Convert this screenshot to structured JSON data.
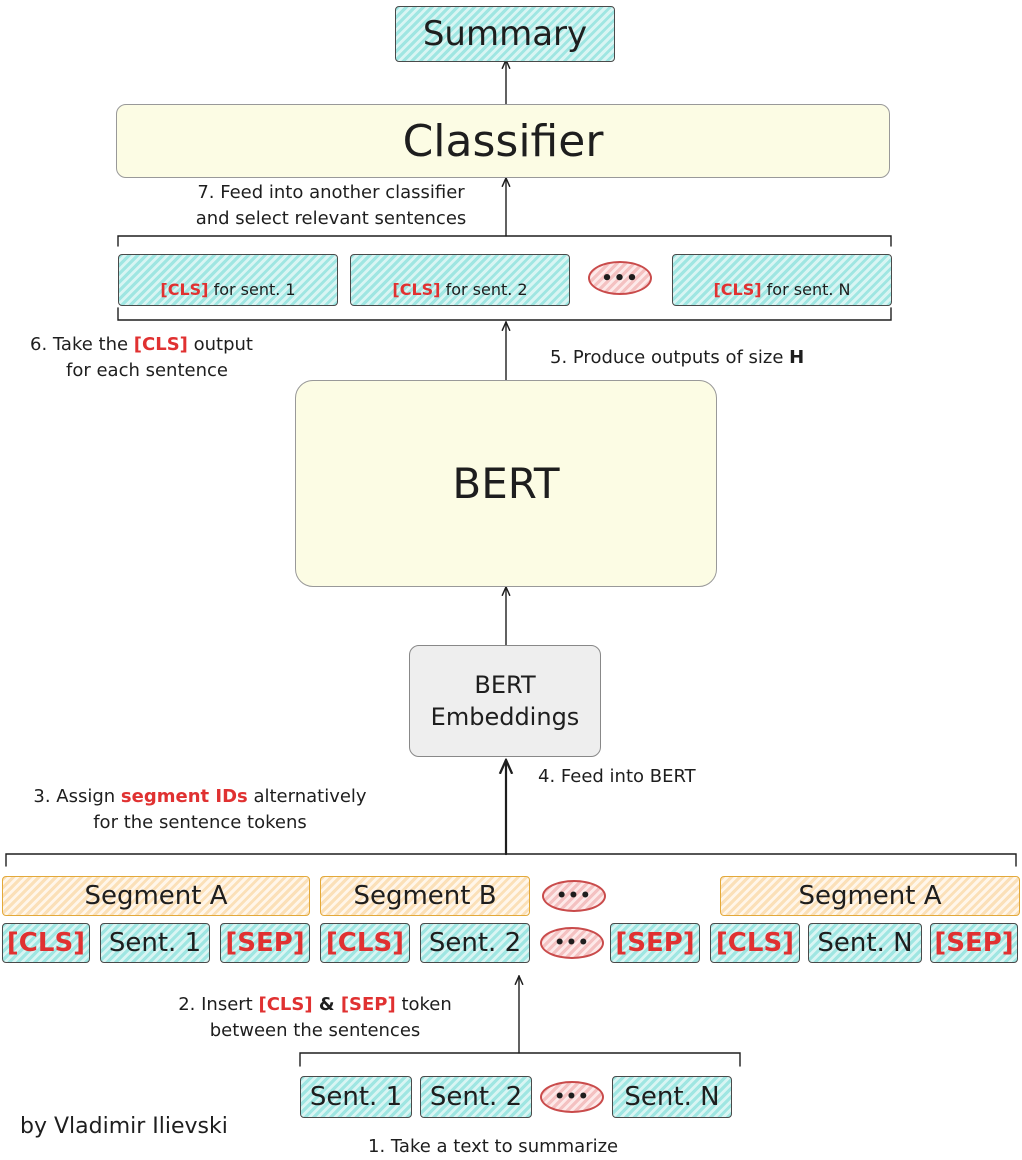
{
  "colors": {
    "red": "#e03131",
    "teal": "#9fe6e2",
    "cream": "#fcfce4",
    "peach": "#fbe0b8",
    "gray": "#eeeeee"
  },
  "summary": "Summary",
  "classifier": "Classifier",
  "bert": "BERT",
  "embeddings": {
    "line1": "BERT",
    "line2": "Embeddings"
  },
  "cls_outputs": [
    {
      "tag": "[CLS]",
      "text": "for sent. 1"
    },
    {
      "tag": "[CLS]",
      "text": "for sent. 2"
    },
    {
      "tag": "[CLS]",
      "text": "for sent. N"
    }
  ],
  "ellipsis": "•••",
  "segments": [
    "Segment A",
    "Segment B",
    "Segment A"
  ],
  "tokens": {
    "cls": "[CLS]",
    "sep": "[SEP]",
    "sent1": "Sent. 1",
    "sent2": "Sent. 2",
    "sentN": "Sent. N"
  },
  "input_sentences": [
    "Sent. 1",
    "Sent. 2",
    "Sent. N"
  ],
  "steps": {
    "step1": "1. Take a text to summarize",
    "step2": {
      "pre": "2. Insert ",
      "cls": "[CLS]",
      "mid": " & ",
      "sep": "[SEP]",
      "post": " token",
      "line2": "between the sentences"
    },
    "step3": {
      "pre": "3. Assign ",
      "highlight": "segment IDs",
      "post": " alternatively",
      "line2": "for the sentence tokens"
    },
    "step4": "4. Feed into BERT",
    "step5": {
      "pre": "5. Produce outputs of size ",
      "bold": "H"
    },
    "step6": {
      "pre": "6. Take the ",
      "cls": "[CLS]",
      "post": " output",
      "line2": "for each sentence"
    },
    "step7": {
      "line1": "7. Feed into another classifier",
      "line2": "and select relevant sentences"
    }
  },
  "author": "by Vladimir Ilievski"
}
